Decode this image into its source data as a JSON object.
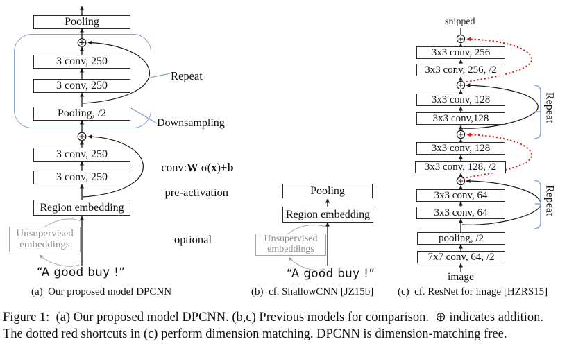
{
  "panel_a": {
    "caption": "(a)  Our proposed model DPCNN",
    "boxes": {
      "pooling_top": "Pooling",
      "conv1": "3 conv, 250",
      "conv2": "3 conv, 250",
      "pooling_half": "Pooling, /2",
      "conv3": "3 conv, 250",
      "conv4": "3 conv, 250",
      "region": "Region embedding"
    },
    "unsupervised_line1": "Unsupervised",
    "unsupervised_line2": "embeddings",
    "input_text": "“A good buy !”",
    "repeat_label": "Repeat",
    "downsampling_label": "Downsampling",
    "conv_note": {
      "p1": "conv:",
      "p2": "W",
      "p3": " σ(",
      "p4": "x",
      "p5": ")+",
      "p6": "b",
      "line2": "pre-activation"
    },
    "optional_label": "optional"
  },
  "panel_b": {
    "caption": "(b)  cf. ShallowCNN [JZ15b]",
    "boxes": {
      "pooling": "Pooling",
      "region": "Region embedding"
    },
    "unsupervised_line1": "Unsupervised",
    "unsupervised_line2": "embeddings",
    "input_text": "“A good buy !”"
  },
  "panel_c": {
    "caption": "(c)  cf. ResNet for image [HZRS15]",
    "snipped_label": "snipped",
    "image_label": "image",
    "repeat_label_top": "Repeat",
    "repeat_label_bottom": "Repeat",
    "boxes": {
      "conv256": "3x3 conv, 256",
      "conv256_half": "3x3 conv, 256, /2",
      "conv128a": "3x3 conv, 128",
      "conv128b": "3x3 conv,128",
      "conv128c": "3x3 conv, 128",
      "conv128_half": "3x3 conv, 128, /2",
      "conv64a": "3x3 conv, 64",
      "conv64b": "3x3 conv, 64",
      "pooling_half": "pooling, /2",
      "conv7x7": "7x7 conv, 64, /2"
    }
  },
  "figure_caption": {
    "line1": "Figure 1:  (a) Our proposed model DPCNN. (b,c) Previous models for comparison.  ⊕ indicates addition.",
    "line2": "The dotted red shortcuts in (c) perform dimension matching. DPCNN is dimension-matching free."
  },
  "colors": {
    "accent_blue": "#8aa5cc",
    "shortcut_red": "#cc1f1f",
    "muted_gray": "#9a9a9a"
  }
}
